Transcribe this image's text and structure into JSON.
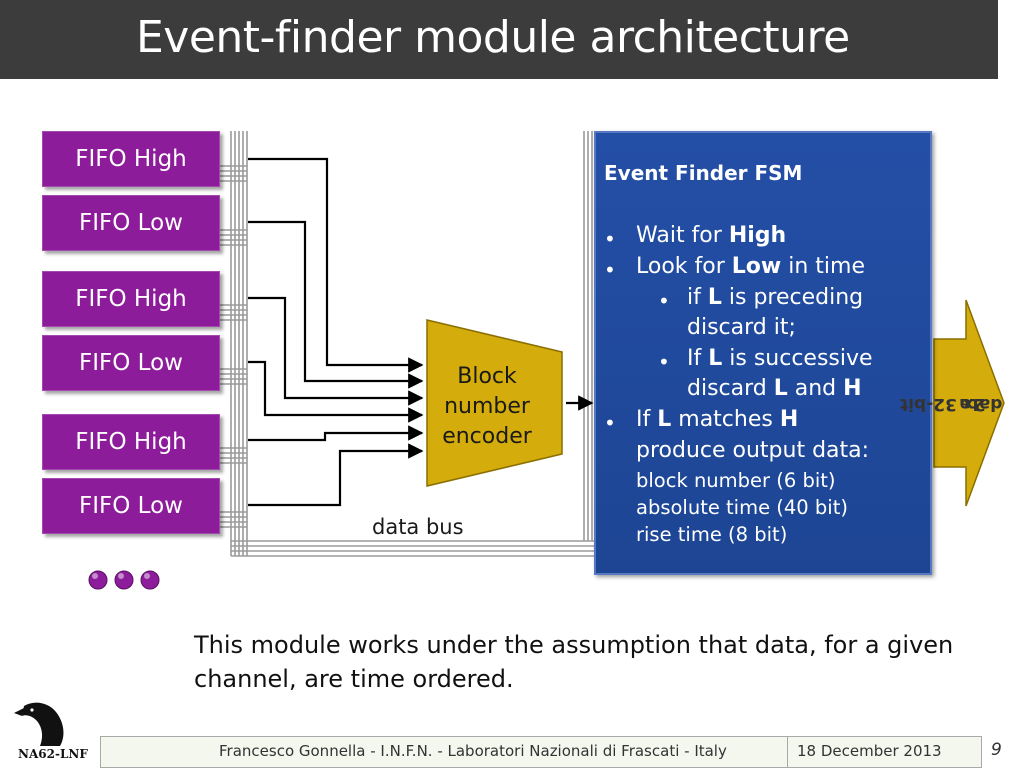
{
  "slide": {
    "title": "Event-finder module architecture",
    "page_number": "9"
  },
  "fifos": [
    {
      "label": "FIFO High"
    },
    {
      "label": "FIFO Low"
    },
    {
      "label": "FIFO High"
    },
    {
      "label": "FIFO Low"
    },
    {
      "label": "FIFO High"
    },
    {
      "label": "FIFO Low"
    }
  ],
  "encoder": {
    "line1": "Block",
    "line2": "number",
    "line3": "encoder"
  },
  "bus": {
    "label": "data bus"
  },
  "fsm": {
    "title": "Event Finder FSM",
    "items": {
      "wait_prefix": "Wait for ",
      "wait_bold": "High",
      "look_prefix": "Look for ",
      "look_bold": "Low",
      "look_suffix": " in time",
      "sub1_prefix": "if ",
      "sub1_bold": "L",
      "sub1_suffix": " is preceding",
      "sub1_line2": "discard it;",
      "sub2_prefix": "If ",
      "sub2_bold": "L",
      "sub2_suffix": " is successive",
      "sub2_line2_prefix": "discard ",
      "sub2_line2_bold1": "L",
      "sub2_line2_mid": " and ",
      "sub2_line2_bold2": "H",
      "match_prefix": "If ",
      "match_bold1": "L",
      "match_mid": " matches ",
      "match_bold2": "H",
      "produce": "produce output data:",
      "field1": "block number (6 bit)",
      "field2": "absolute time (40 bit)",
      "field3": "rise time (8 bit)"
    }
  },
  "output": {
    "line1": "2x 32-bit",
    "line2": "data"
  },
  "caption": "This module works under the assumption that data, for a given channel, are time ordered.",
  "footer": {
    "author": "Francesco Gonnella - I.N.F.N. - Laboratori Nazionali di Frascati - Italy",
    "date": "18 December 2013"
  },
  "logo": {
    "text": "NA62-LNF"
  },
  "colors": {
    "title_bar": "#3c3c3c",
    "fifo": "#8d1c9a",
    "encoder": "#d4ac0c",
    "fsm": "#244fa6",
    "output_arrow": "#d4ac0c"
  }
}
